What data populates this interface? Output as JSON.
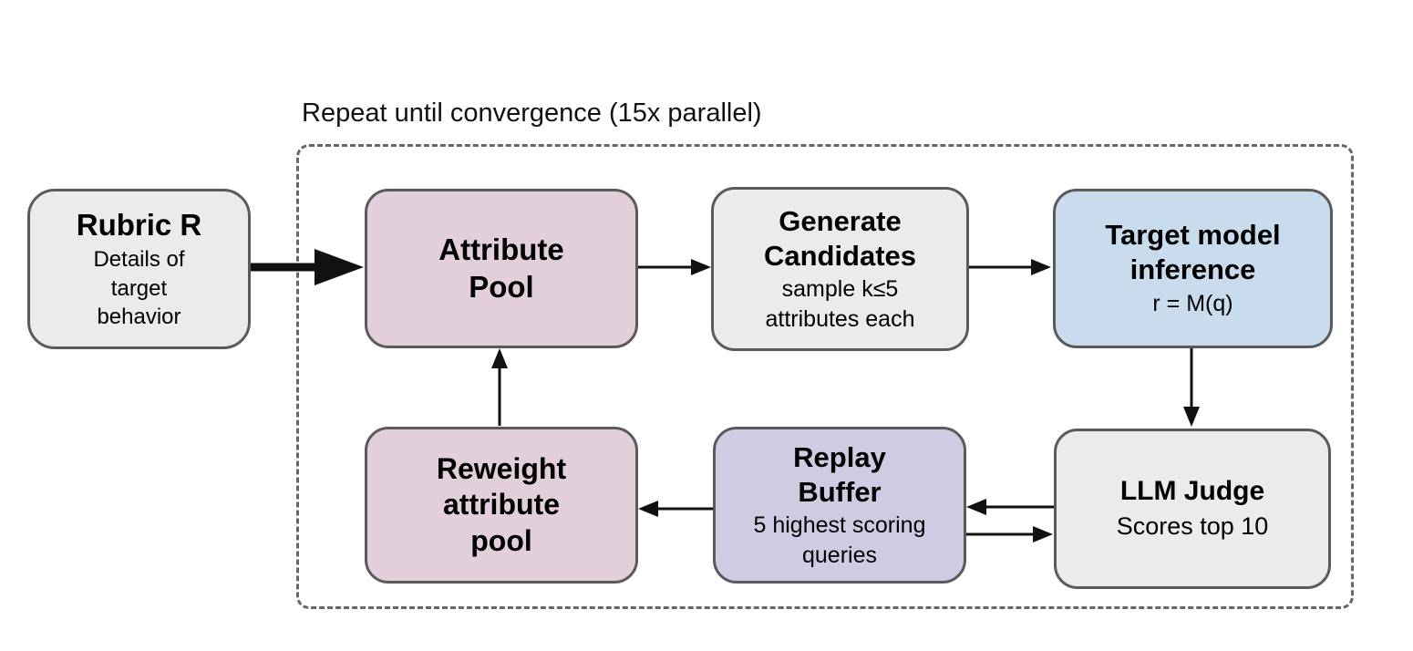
{
  "loop": {
    "label": "Repeat until convergence (15x parallel)"
  },
  "nodes": {
    "rubric": {
      "title": "Rubric R",
      "subtitle": "Details of\ntarget\nbehavior",
      "fill": "#ebebeb"
    },
    "attribute_pool": {
      "title": "Attribute\nPool",
      "fill": "#e3cedb"
    },
    "generate_candidates": {
      "title": "Generate\nCandidates",
      "subtitle": "sample k≤5\nattributes each",
      "fill": "#ebebeb"
    },
    "target_model": {
      "title": "Target model\ninference",
      "subtitle": "r = M(q)",
      "fill": "#c9dcee"
    },
    "llm_judge": {
      "title": "LLM Judge",
      "subtitle": "Scores top 10",
      "fill": "#ebebeb"
    },
    "replay_buffer": {
      "title": "Replay\nBuffer",
      "subtitle": "5 highest scoring\nqueries",
      "fill": "#cecbe2"
    },
    "reweight_pool": {
      "title": "Reweight\nattribute\npool",
      "fill": "#e3cedb"
    }
  },
  "edges": [
    {
      "from": "rubric",
      "to": "attribute_pool",
      "style": "thick"
    },
    {
      "from": "attribute_pool",
      "to": "generate_candidates",
      "style": "normal"
    },
    {
      "from": "generate_candidates",
      "to": "target_model",
      "style": "normal"
    },
    {
      "from": "target_model",
      "to": "llm_judge",
      "style": "normal"
    },
    {
      "from": "llm_judge",
      "to": "replay_buffer",
      "style": "normal"
    },
    {
      "from": "replay_buffer",
      "to": "llm_judge",
      "style": "normal"
    },
    {
      "from": "replay_buffer",
      "to": "reweight_pool",
      "style": "normal"
    },
    {
      "from": "reweight_pool",
      "to": "attribute_pool",
      "style": "normal"
    }
  ],
  "colors": {
    "node_border": "#5a5a5a",
    "dashed_border": "#666666",
    "arrow": "#111111",
    "gray_fill": "#ebebeb",
    "pink_fill": "#e3cedb",
    "blue_fill": "#c9dcee",
    "purple_fill": "#cecbe2",
    "background": "#ffffff"
  }
}
